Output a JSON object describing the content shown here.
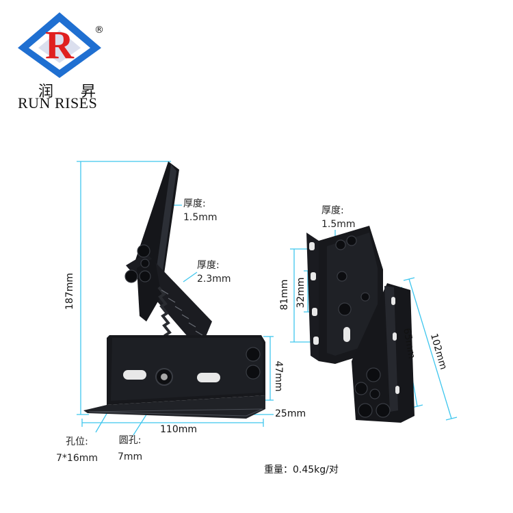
{
  "logo": {
    "letter": "R",
    "registered": "®",
    "cn_1": "润",
    "cn_2": "昇",
    "en": "RUN RISES",
    "colors": {
      "blue": "#1f6fd1",
      "dark": "#0d2b8a",
      "red": "#e02020"
    }
  },
  "left_part": {
    "thickness_top": {
      "label": "厚度:",
      "value": "1.5mm"
    },
    "thickness_mid": {
      "label": "厚度:",
      "value": "2.3mm"
    },
    "height": "187mm",
    "bracket_height": "47mm",
    "width": "110mm",
    "depth": "25mm",
    "slot": {
      "label": "孔位:",
      "value": "7*16mm"
    },
    "hole": {
      "label": "圆孔:",
      "value": "7mm"
    }
  },
  "right_part": {
    "thickness": {
      "label": "厚度:",
      "value": "1.5mm"
    },
    "dim_81": "81mm",
    "dim_32": "32mm",
    "dim_65": "65mm",
    "dim_102": "102mm"
  },
  "weight": "重量：0.45kg/对",
  "colors": {
    "dimension_line": "#3ec6ee",
    "metal": "#15161a",
    "metal_edge": "#3a3d44"
  }
}
